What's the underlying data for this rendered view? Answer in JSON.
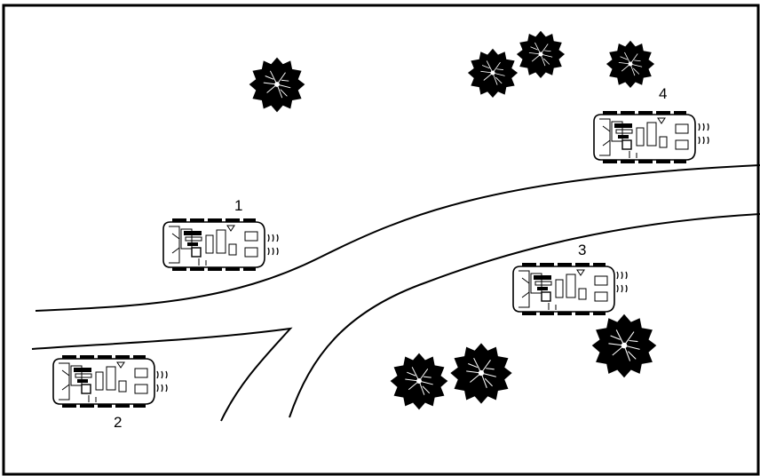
{
  "vehicles": [
    {
      "label": "1"
    },
    {
      "label": "2"
    },
    {
      "label": "3"
    },
    {
      "label": "4"
    }
  ],
  "colors": {
    "ink": "#000000",
    "paper": "#ffffff"
  },
  "icons": {
    "vehicle": "tracked-vehicle-top-view-icon",
    "tree": "tree-canopy-icon",
    "exhaust": "exhaust-fumes-icon"
  }
}
